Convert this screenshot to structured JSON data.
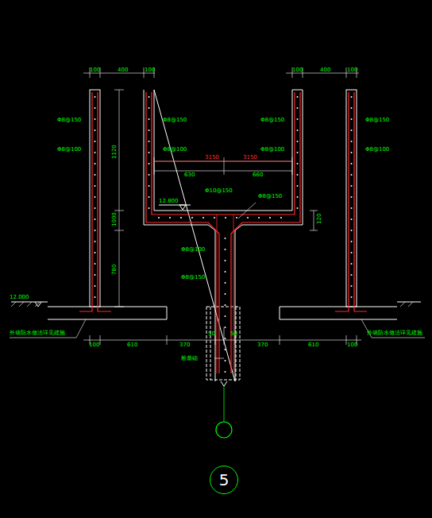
{
  "diagram": {
    "nodes": [
      {
        "text": [
          "5"
        ]
      }
    ],
    "labels": [
      "100",
      "400",
      "100",
      "100",
      "400",
      "100",
      "Φ8@150",
      "Φ8@100",
      "Φ8@150",
      "Φ8@100",
      "Φ8@150",
      "Φ8@100",
      "Φ8@150",
      "Φ8@100",
      "3150",
      "3150",
      "630",
      "660",
      "1120",
      "1000",
      "780",
      "120",
      "12.800",
      "Φ10@150",
      "Φ8@150",
      "Φ8@100",
      "Φ8@150",
      "12.000",
      "100",
      "610",
      "370",
      "50",
      "50",
      "370",
      "610",
      "100",
      "外墙防水做法详见建施",
      "外墙防水做法详见建施",
      "桩基础"
    ]
  }
}
